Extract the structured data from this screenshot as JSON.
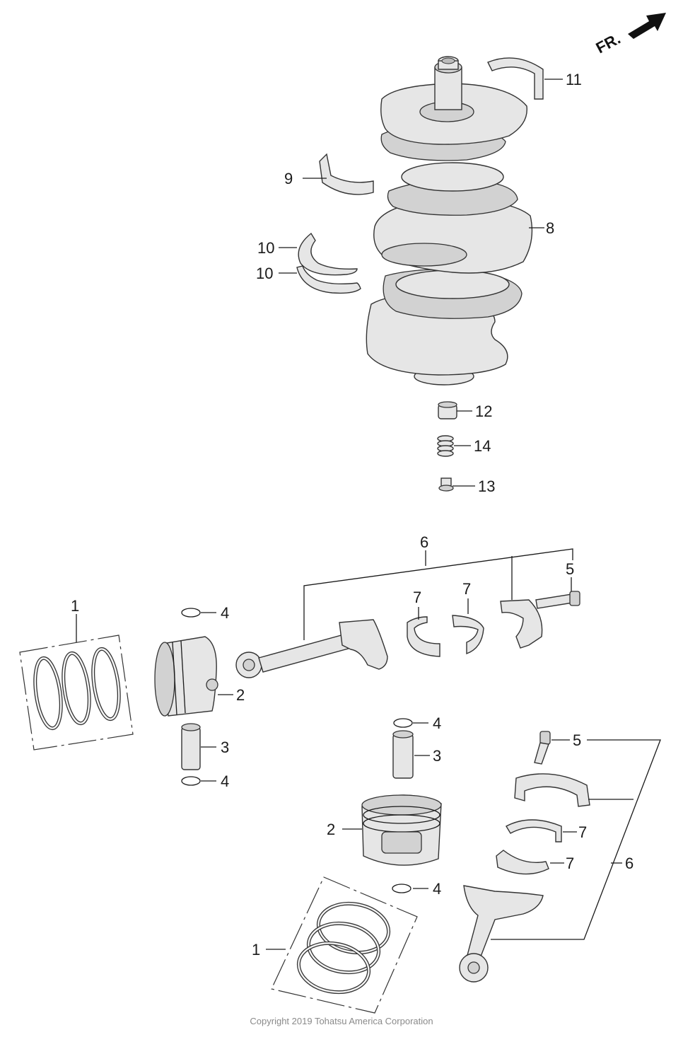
{
  "direction_label": "FR.",
  "copyright": "Copyright 2019 Tohatsu America Corporation",
  "callouts": {
    "c1a": "1",
    "c1b": "1",
    "c2a": "2",
    "c2b": "2",
    "c3a": "3",
    "c3b": "3",
    "c4a": "4",
    "c4b": "4",
    "c4c": "4",
    "c4d": "4",
    "c5a": "5",
    "c5b": "5",
    "c6a": "6",
    "c6b": "6",
    "c7a": "7",
    "c7b": "7",
    "c7c": "7",
    "c7d": "7",
    "c8": "8",
    "c9": "9",
    "c10a": "10",
    "c10b": "10",
    "c11": "11",
    "c12": "12",
    "c13": "13",
    "c14": "14"
  }
}
